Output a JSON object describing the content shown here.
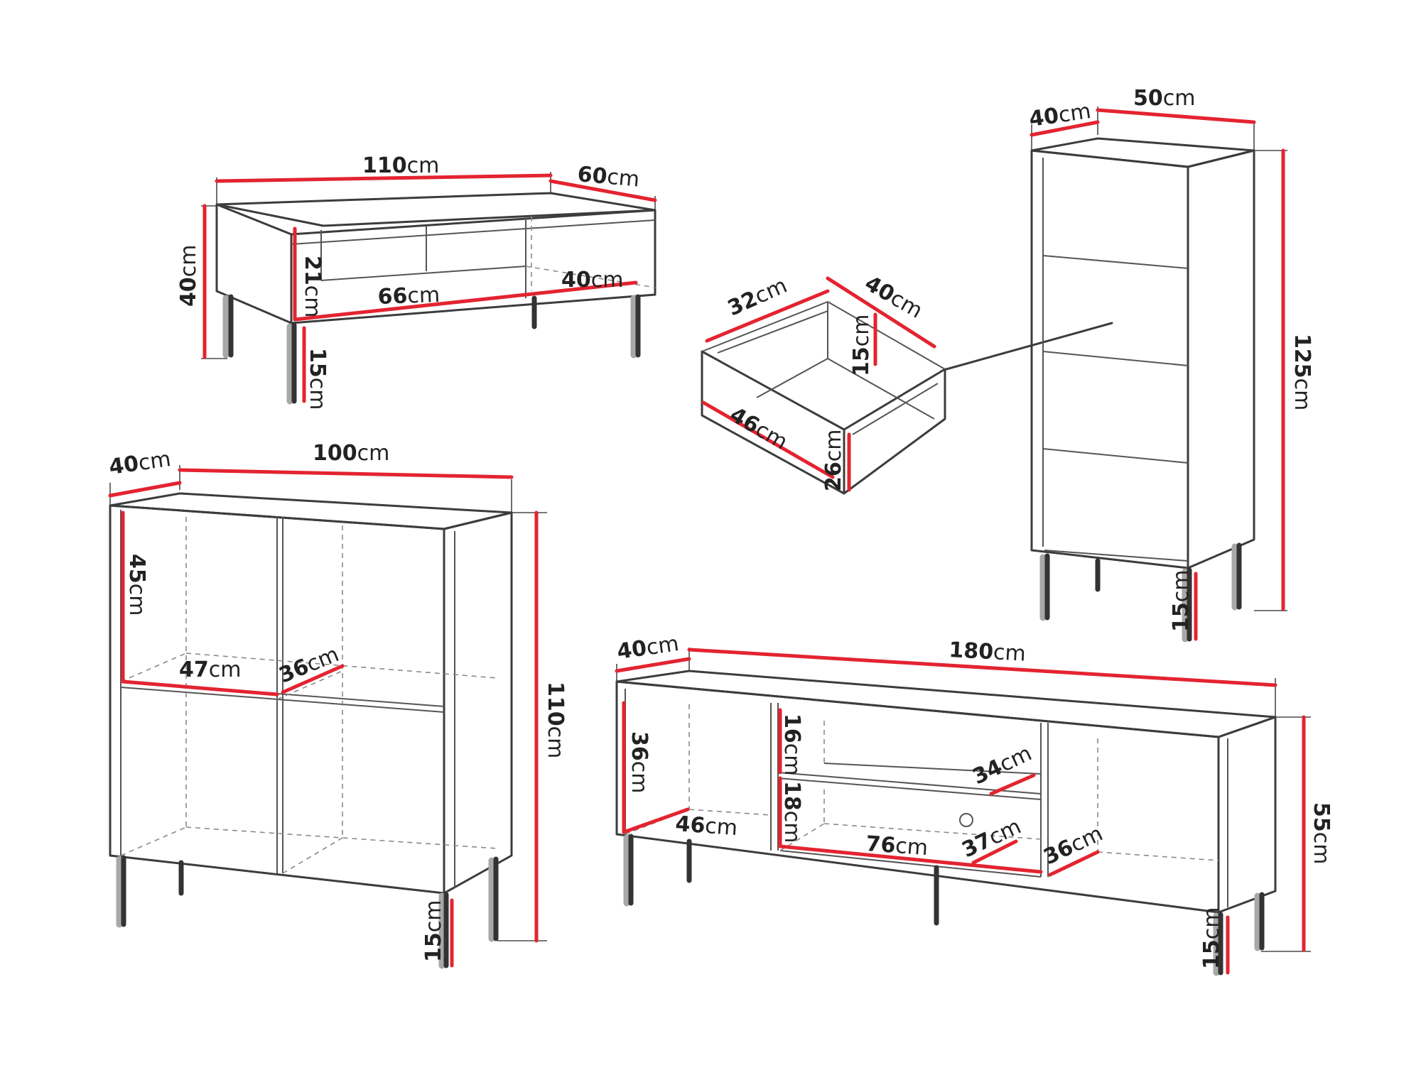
{
  "colors": {
    "dimension_line": "#e32430",
    "outline": "#3c3c3c",
    "leg_shadow": "#a8a8a8"
  },
  "labels": {
    "table_width": "110",
    "table_depth": "60",
    "table_height": "40",
    "table_inner_height": "21",
    "table_inner_width": "66",
    "table_inner_depth": "40",
    "table_leg": "15",
    "tower_depth": "40",
    "tower_width": "50",
    "tower_height": "125",
    "tower_leg": "15",
    "drawer_depth": "32",
    "drawer_width": "40",
    "drawer_inner_height": "15",
    "drawer_front_width": "46",
    "drawer_front_height": "26",
    "cabinet_depth": "40",
    "cabinet_width": "100",
    "cabinet_height": "110",
    "cabinet_shelf_height": "45",
    "cabinet_shelf_width": "47",
    "cabinet_shelf_depth": "36",
    "cabinet_leg": "15",
    "tv_depth": "40",
    "tv_width": "180",
    "tv_height": "55",
    "tv_left_height": "36",
    "tv_left_width": "46",
    "tv_mid_top_height": "16",
    "tv_mid_bottom_height": "18",
    "tv_mid_width": "76",
    "tv_mid_upper_depth": "34",
    "tv_mid_depth": "37",
    "tv_right_depth": "36",
    "tv_leg": "15",
    "unit": "cm"
  }
}
